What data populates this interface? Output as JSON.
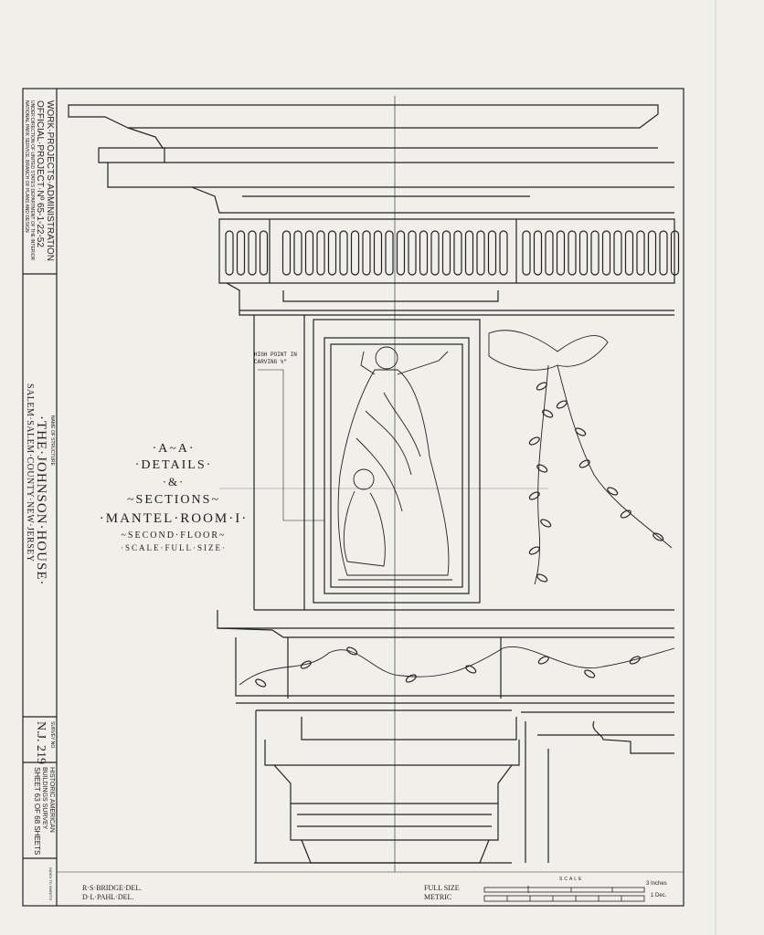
{
  "title_block": {
    "project_line1": "WORK·PROJECTS·ADMINISTRATION",
    "project_line2": "OFFICIAL·PROJECT·Nº 65-1-22-52",
    "project_line3": "UNDER DIRECTION OF UNITED STATES DEPARTMENT OF THE INTERIOR",
    "project_line4": "NATIONAL PARK SERVICE, BRANCH OF PLANS AND DESIGN",
    "name_label": "NAME OF STRUCTURE",
    "structure_name": "·THE·JOHNSON·HOUSE·",
    "location": "SALEM·SALEM·COUNTY·NEW·JERSEY",
    "survey_label": "SURVEY NO.",
    "survey_number": "N.J. 219",
    "survey_org_line1": "HISTORIC AMERICAN",
    "survey_org_line2": "BUILDINGS SURVEY",
    "sheet_text": "SHEET 63 OF 68 SHEETS",
    "index_note": "INDEX TO SHEETS"
  },
  "drawing_title": {
    "line1": "·A~A·",
    "line2": "·DETAILS·",
    "line3": "·&·",
    "line4": "~SECTIONS~",
    "line5": "·MANTEL·ROOM·I·",
    "line6": "~SECOND·FLOOR~",
    "line7": "·SCALE·FULL·SIZE·"
  },
  "annotation": "HIGH POINT IN CARVING ¾\"",
  "credits": {
    "delineator1": "R·S·BRIDGE·DEL.",
    "delineator2": "D·L·PAHL·DEL."
  },
  "scale_bar": {
    "full_size": "FULL SIZE",
    "metric": "METRIC",
    "scale_label": "SCALE",
    "inches_label": "3 Inches",
    "dec_label": "1 Dec."
  },
  "colors": {
    "paper": "#f1efea",
    "ink": "#222222"
  }
}
